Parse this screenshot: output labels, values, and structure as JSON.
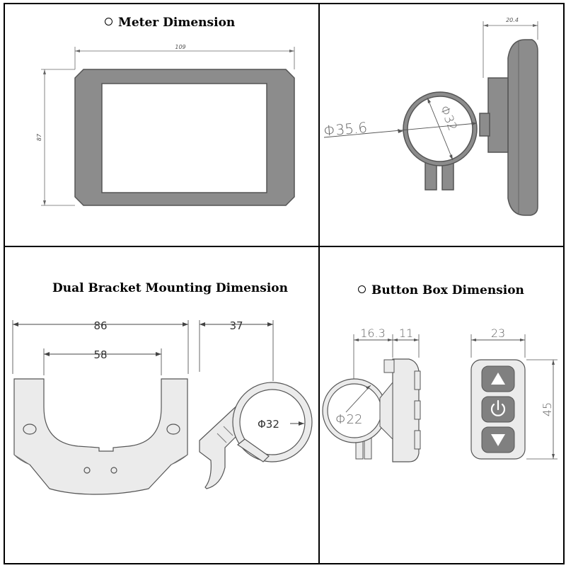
{
  "panels": {
    "meter": {
      "title": "Meter Dimension",
      "width_label": "109",
      "height_label": "87"
    },
    "side": {
      "depth_label": "20.4",
      "outer_dia_label": "Φ35.6",
      "inner_dia_label": "Φ32"
    },
    "bracket": {
      "title": "Dual Bracket Mounting Dimension",
      "outer_width_label": "86",
      "inner_width_label": "58",
      "depth_label": "37",
      "clamp_dia_label": "Φ32"
    },
    "button_box": {
      "title": "Button Box Dimension",
      "depth_a_label": "16.3",
      "depth_b_label": "11",
      "clamp_dia_label": "Φ22",
      "width_label": "23",
      "height_label": "45"
    }
  },
  "colors": {
    "device_gray": "#8c8c8c",
    "bracket_gray": "#ebebeb",
    "button_gray": "#808080"
  },
  "icons": [
    "up-arrow-icon",
    "power-icon",
    "down-arrow-icon"
  ]
}
